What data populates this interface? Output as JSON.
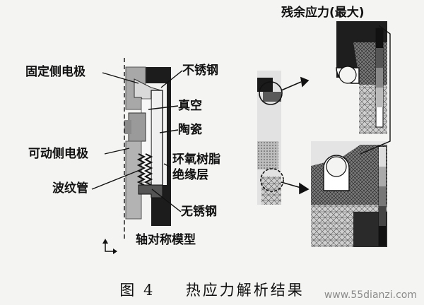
{
  "figure": {
    "caption_number": "图 4",
    "caption_title": "热应力解析结果"
  },
  "left_diagram": {
    "labels": {
      "fixed_electrode": "固定侧电极",
      "stainless_steel_top": "不锈钢",
      "vacuum": "真空",
      "ceramic": "陶瓷",
      "movable_electrode": "可动侧电极",
      "epoxy_line1": "环氧树脂",
      "epoxy_line2": "绝缘层",
      "bellows": "波纹管",
      "stainless_steel_bottom": "无锈钢",
      "axisymmetric_model": "轴对称模型"
    }
  },
  "right_diagram": {
    "labels": {
      "residual_stress": "残余应力(最大)"
    }
  },
  "watermark": "www.55dianzi.com"
}
